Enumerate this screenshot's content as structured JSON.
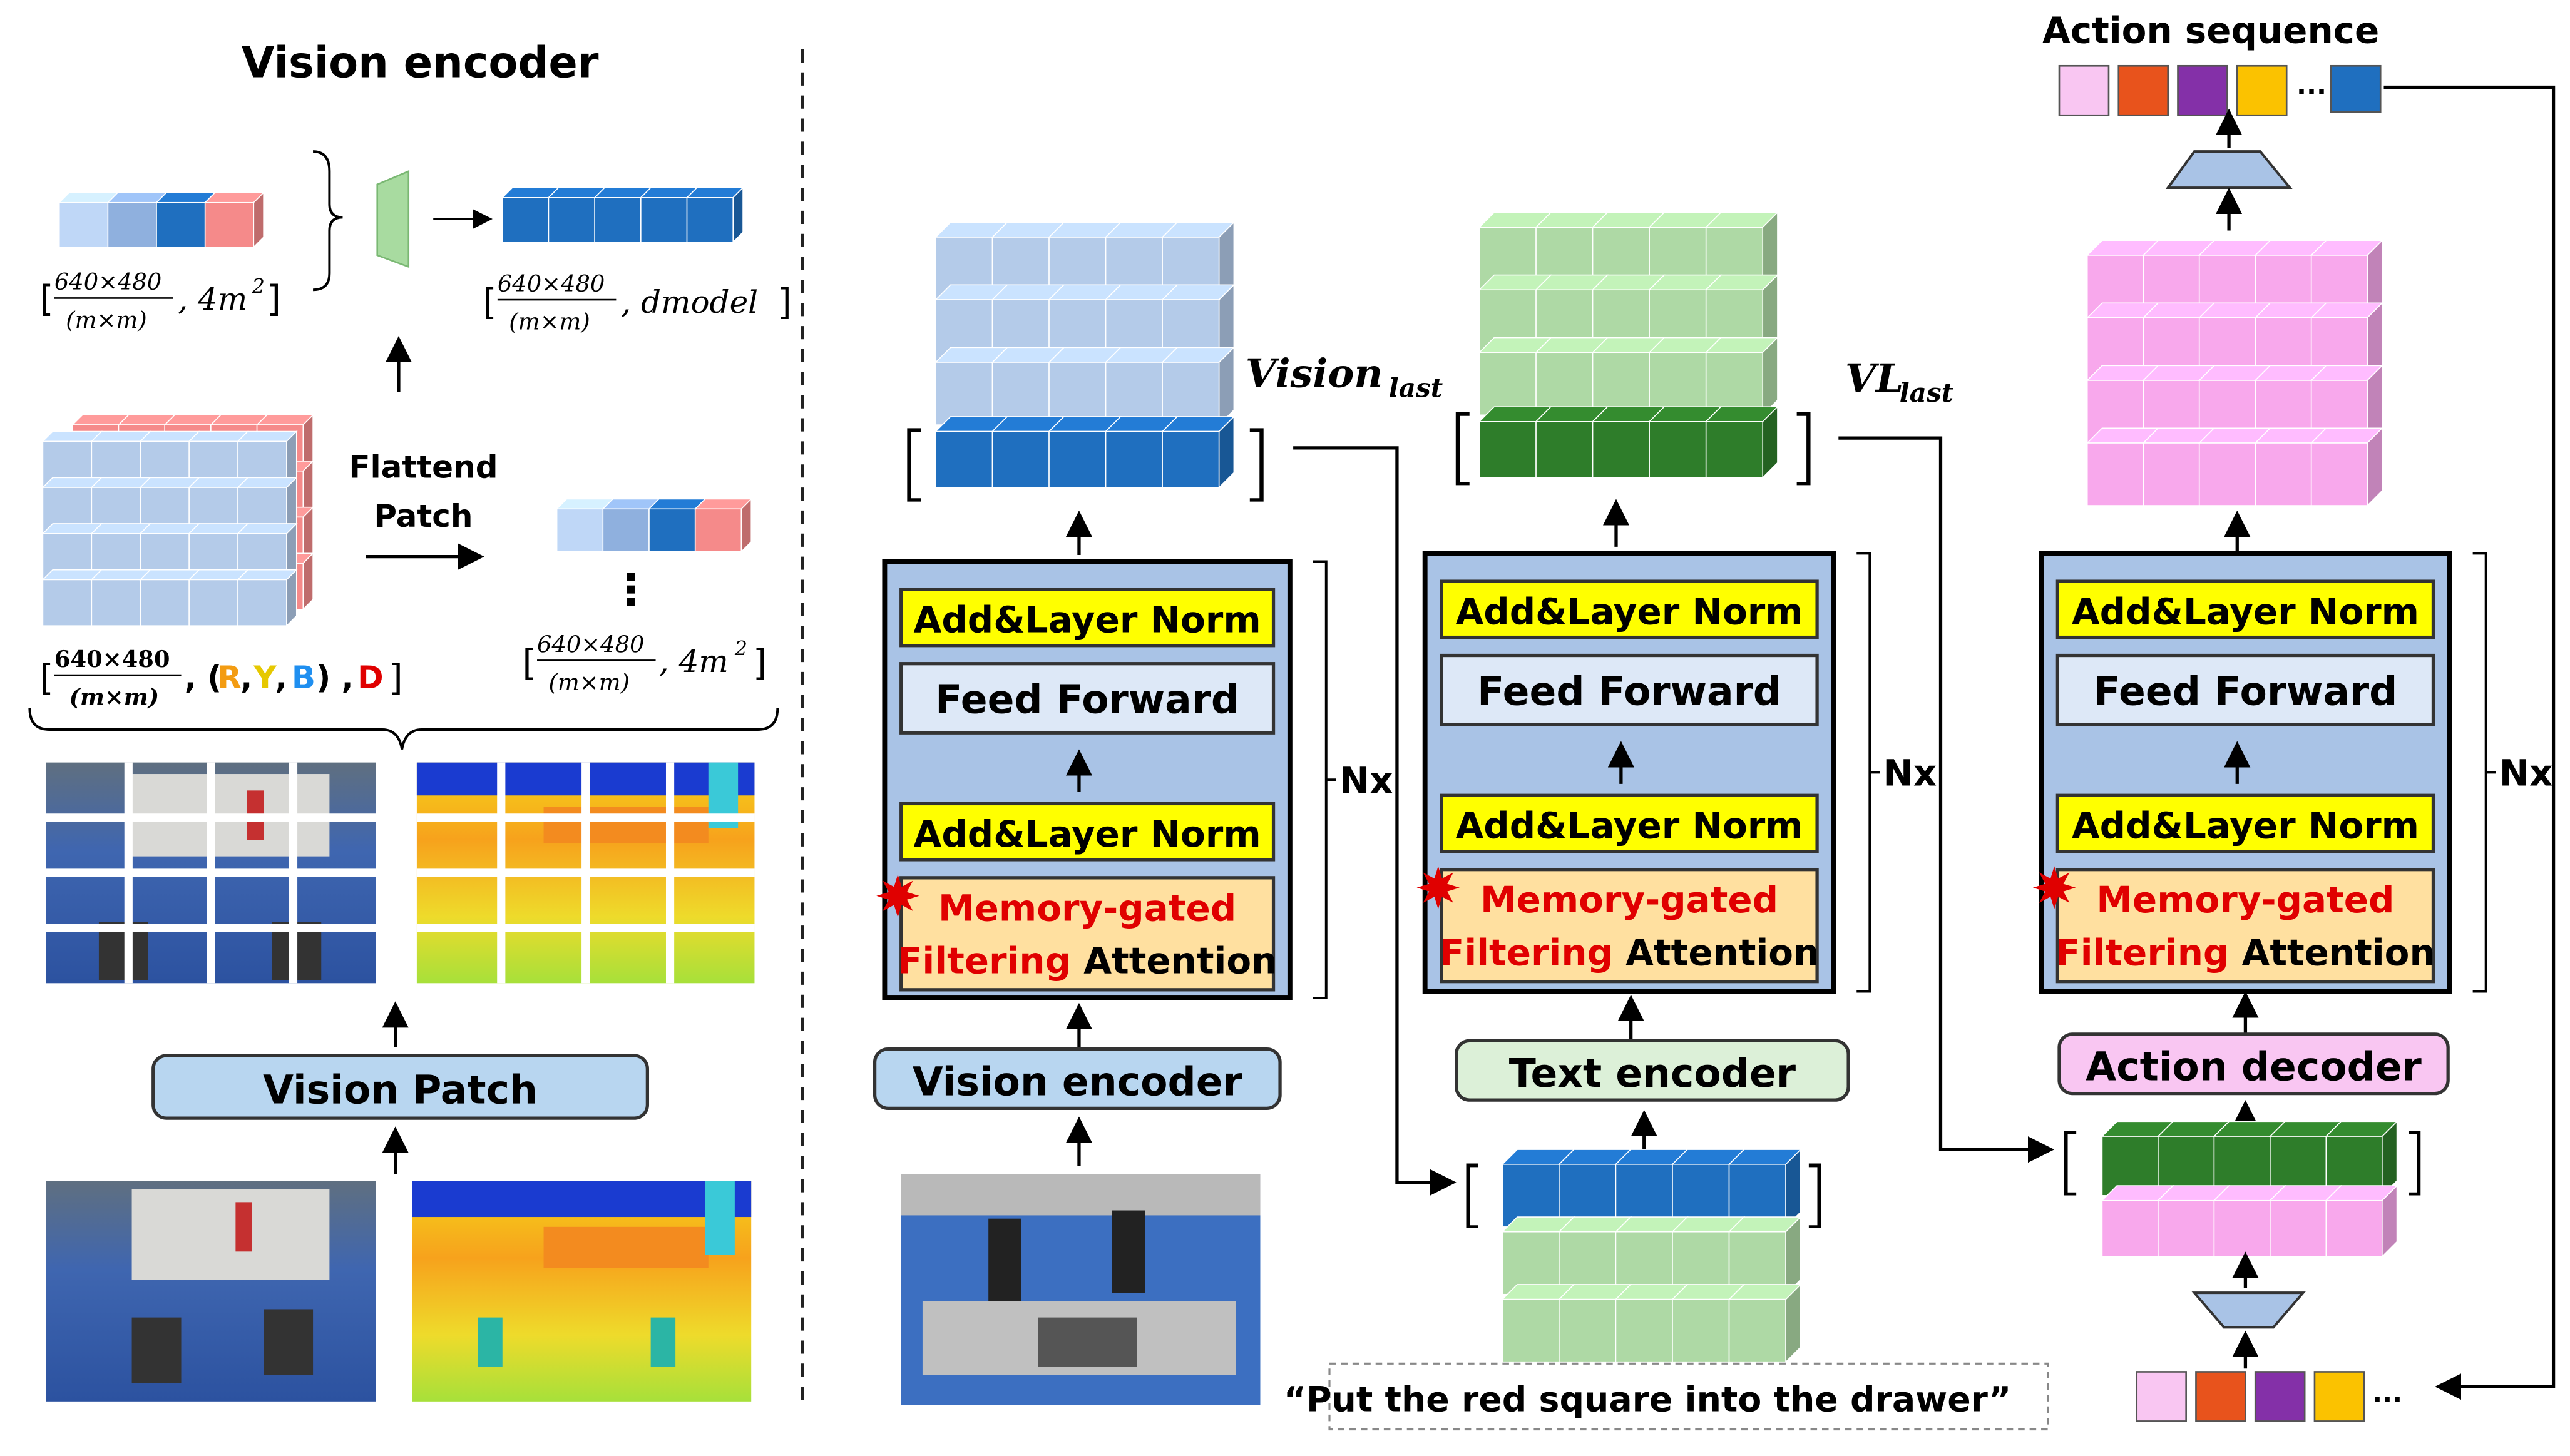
{
  "left_panel": {
    "title": "Vision encoder",
    "flatten_label_line1": "Flattend",
    "flatten_label_line2": "Patch",
    "formula_top_left": {
      "num": "640×480",
      "den": "(m×m)",
      "suffix": ", 4m",
      "sup": "2"
    },
    "formula_top_right": {
      "num": "640×480",
      "den": "(m×m)",
      "suffix": ", dmodel"
    },
    "formula_mid_right": {
      "num": "640×480",
      "den": "(m×m)",
      "suffix": ", 4m",
      "sup": "2"
    },
    "formula_stack": {
      "num": "640×480",
      "den": "(m×m)",
      "r": "R",
      "y": "Y",
      "b": "B",
      "d": "D"
    },
    "ellipsis_vertical": "⋮",
    "vision_patch_label": "Vision Patch"
  },
  "columns": {
    "vision": {
      "output_label": "Vision",
      "output_sub": "last",
      "add_norm_top": "Add&Layer Norm",
      "feed_forward": "Feed Forward",
      "add_norm_bottom": "Add&Layer Norm",
      "attention_red": "Memory-gated",
      "attention_red2": "Filtering",
      "attention_black": " Attention",
      "nx": "Nx",
      "encoder_label": "Vision encoder"
    },
    "text": {
      "output_label": "VL",
      "output_sub": "last",
      "add_norm_top": "Add&Layer Norm",
      "feed_forward": "Feed Forward",
      "add_norm_bottom": "Add&Layer Norm",
      "attention_red": "Memory-gated",
      "attention_red2": "Filtering",
      "attention_black": " Attention",
      "nx": "Nx",
      "encoder_label": "Text encoder",
      "instruction": "“Put the red square into the drawer”"
    },
    "action": {
      "title": "Action sequence",
      "add_norm_top": "Add&Layer Norm",
      "feed_forward": "Feed Forward",
      "add_norm_bottom": "Add&Layer Norm",
      "attention_red": "Memory-gated",
      "attention_red2": "Filtering",
      "attention_black": " Attention",
      "nx": "Nx",
      "decoder_label": "Action decoder",
      "ellipsis": "..."
    }
  },
  "colors": {
    "light_blue": "#b4cbe9",
    "dark_blue": "#1f6fbf",
    "light_green": "#aed9a5",
    "dark_green": "#2e7d2a",
    "pink": "#f8a8ec",
    "salmon": "#f58a8a",
    "yellow": "#ffff00",
    "module_bg": "#a9c3e6",
    "attention_bg": "#ffe0a0",
    "attention_red": "#e00000",
    "action_tokens": [
      "#f9c6f2",
      "#e8531c",
      "#8430a8",
      "#fbc200",
      "#1f6fbf"
    ]
  }
}
